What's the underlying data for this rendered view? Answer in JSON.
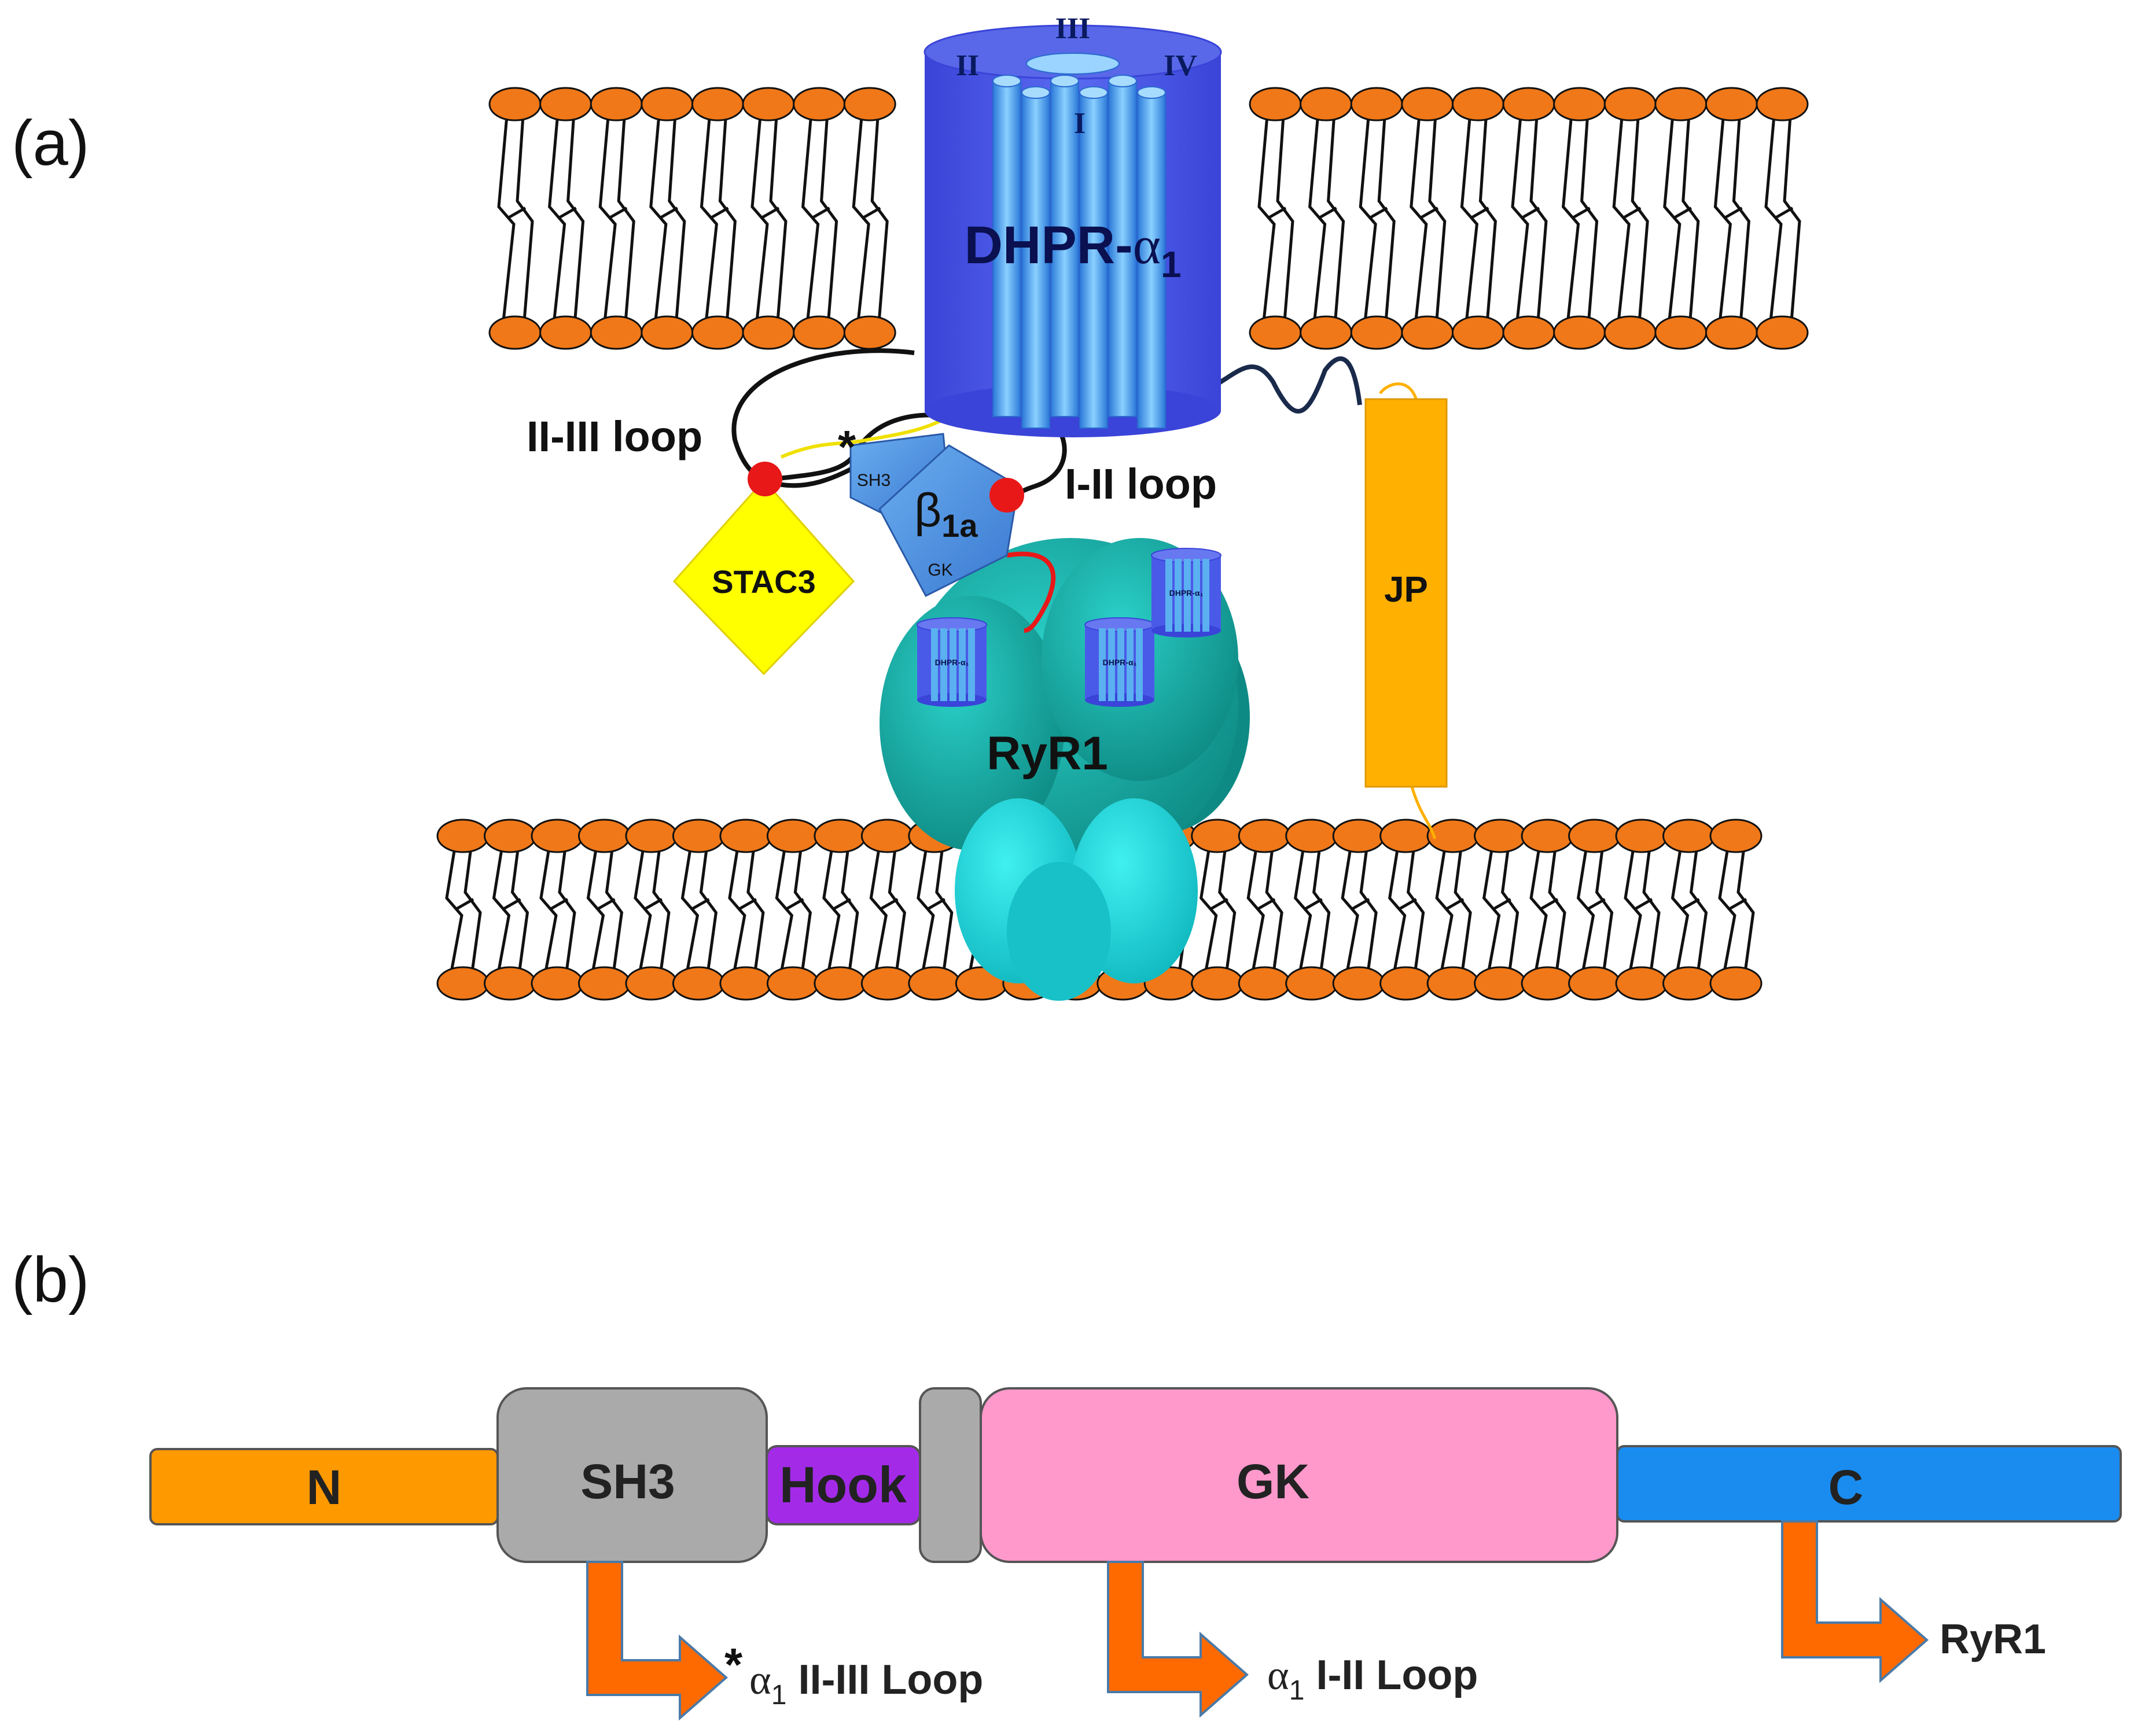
{
  "panels": {
    "a": {
      "label": "(a)",
      "dhpr": {
        "label_main": "DHPR-",
        "label_alpha": "α",
        "label_sub": "1",
        "domains": [
          "III",
          "II",
          "IV",
          "I"
        ]
      },
      "ii_iii_loop": "II-III loop",
      "i_ii_loop": "I-II loop",
      "asterisk": "*",
      "sh3": "SH3",
      "beta_main": "β",
      "beta_sub": "1a",
      "gk": "GK",
      "stac3": "STAC3",
      "jp": "JP",
      "ryr1": "RyR1",
      "mini_dhpr": "DHPR-α₁"
    },
    "b": {
      "label": "(b)",
      "domains": {
        "n": "N",
        "sh3": "SH3",
        "hook": "Hook",
        "gk": "GK",
        "c": "C"
      },
      "arrows": {
        "sh3_asterisk": "*",
        "sh3_alpha": "α",
        "sh3_sub": "1",
        "sh3_target": " II-III Loop",
        "gk_alpha": "α",
        "gk_sub": "1",
        "gk_target": " I-II Loop",
        "c_target": "RyR1"
      }
    }
  },
  "colors": {
    "lipid_head": "#f07818",
    "dhpr_blue": "#4a5ae8",
    "dhpr_light": "#4aa8f0",
    "ryr1_teal": "#1aa6a0",
    "stac3_yellow": "#ffff00",
    "jp_orange": "#ffb000",
    "beta_blue": "#4a8ad8",
    "binding_red": "#e81818",
    "n_orange": "#ff9900",
    "sh3_gray": "#aaaaaa",
    "hook_purple": "#a32be8",
    "gk_pink": "#ff99cc",
    "c_blue": "#1a8cf0",
    "arrow_orange": "#ff6a00"
  }
}
